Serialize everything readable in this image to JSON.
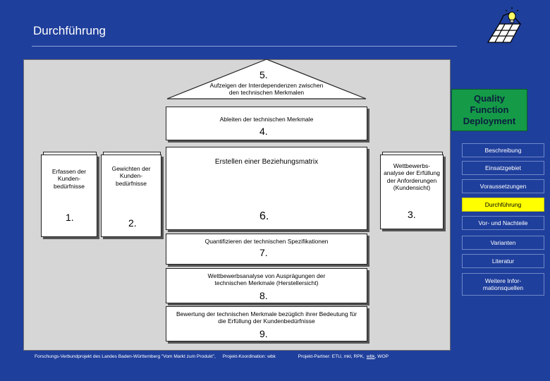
{
  "title": "Durchführung",
  "steps": {
    "s5": {
      "num": "5.",
      "text": "Aufzeigen der Interdependenzen zwischen den technischen Merkmalen"
    },
    "s4": {
      "num": "4.",
      "text": "Ableiten der technischen Merkmale"
    },
    "s1": {
      "num": "1.",
      "text": "Erfassen der Kunden-bedürfnisse"
    },
    "s2": {
      "num": "2.",
      "text": "Gewichten der Kunden-bedürfnisse"
    },
    "s6": {
      "num": "6.",
      "text": "Erstellen einer Beziehungsmatrix"
    },
    "s3": {
      "num": "3.",
      "text": "Wettbewerbs-analyse der Erfüllung der Anforderungen (Kundensicht)"
    },
    "s7": {
      "num": "7.",
      "text": "Quantifizieren der technischen Spezifikationen"
    },
    "s8": {
      "num": "8.",
      "text": "Wettbewerbsanalyse von Ausprägungen der technischen Merkmale (Herstellersicht)"
    },
    "s9": {
      "num": "9.",
      "text": "Bewertung der technischen Merkmale bezüglich ihrer Bedeutung für die Erfüllung der Kundenbedürfnisse"
    }
  },
  "qfd_label_line1": "Quality",
  "qfd_label_line2": "Function",
  "qfd_label_line3": "Deployment",
  "nav": {
    "beschreibung": "Beschreibung",
    "einsatzgebiet": "Einsatzgebiet",
    "voraussetzungen": "Voraussetzungen",
    "durchfuehrung": "Durchführung",
    "vor_nachteile": "Vor- und Nachteile",
    "varianten": "Varianten",
    "literatur": "Literatur",
    "weitere_1": "Weitere Infor-",
    "weitere_2": "mationsquellen"
  },
  "footer": {
    "verbund": "Forschungs-Verbundprojekt des Landes Baden-Württemberg \"Vom Markt zum Produkt\",",
    "koordination": "Projekt-Koordination: wbk",
    "partner_prefix": "Projekt-Partner: ETU, mkl, RPK,",
    "partner_link": "wbk",
    "partner_suffix": ", WOP"
  },
  "colors": {
    "background": "#1f3f9c",
    "panel": "#d6d6d6",
    "qfd_green": "#159a48",
    "active_nav": "#ffff00"
  },
  "icons": [
    "house-of-quality-logo-icon",
    "lightbulb-icon"
  ]
}
